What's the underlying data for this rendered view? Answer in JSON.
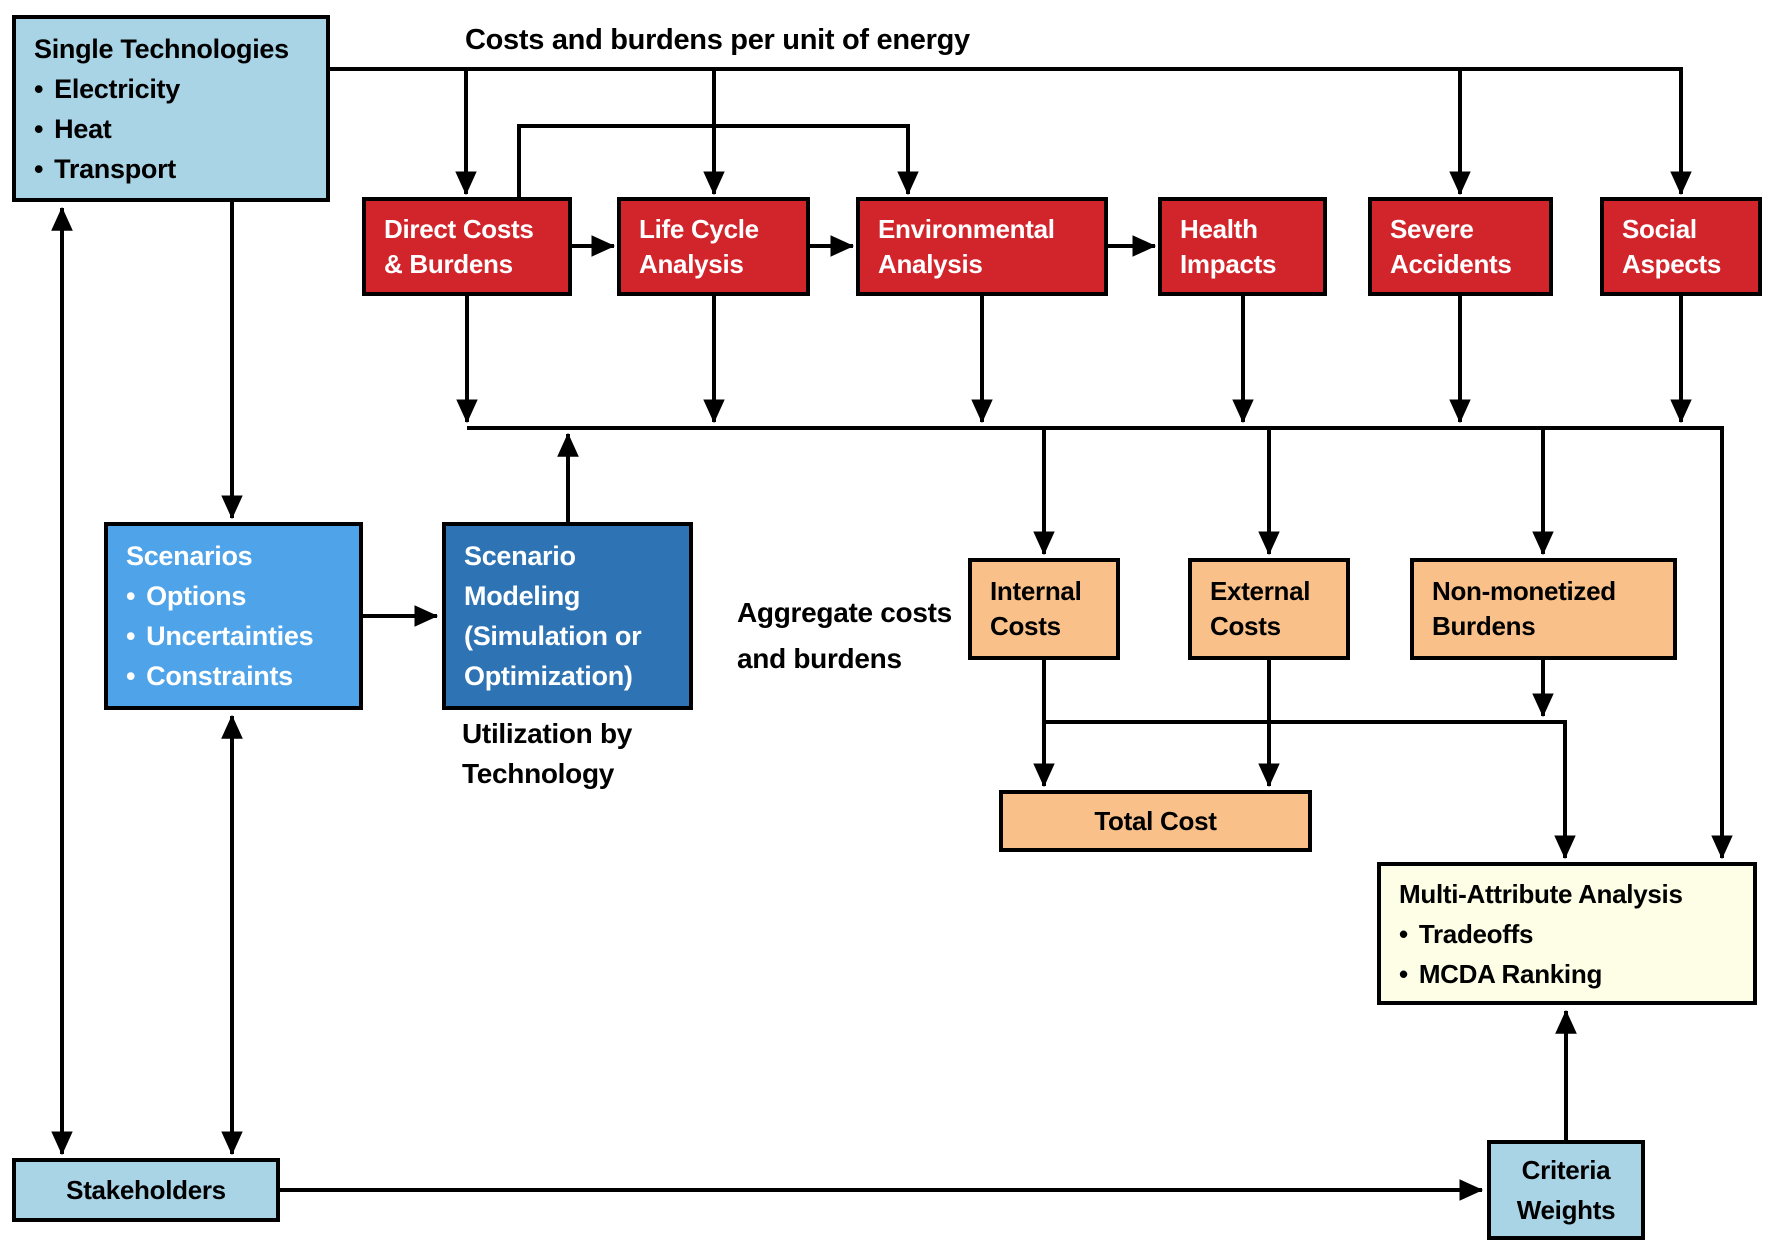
{
  "ui": {
    "bullet": "•"
  },
  "colors": {
    "bg": "#FFFFFF",
    "line": "#000000",
    "text-dark": "#000000",
    "text-light": "#FFFFFF",
    "light-blue": "#A9D4E6",
    "bright-blue": "#4FA3E8",
    "dark-blue": "#2E74B5",
    "red": "#D2242B",
    "orange": "#F9C189",
    "cream": "#FEFEE6"
  },
  "labels": {
    "costs_per_unit": "Costs and burdens per unit of energy",
    "aggregate_line1": "Aggregate costs",
    "aggregate_line2": "and burdens",
    "utilization_line1": "Utilization by",
    "utilization_line2": "Technology"
  },
  "boxes": {
    "single_tech": {
      "title": "Single Technologies",
      "items": [
        "Electricity",
        "Heat",
        "Transport"
      ]
    },
    "scenarios": {
      "title": "Scenarios",
      "items": [
        "Options",
        "Uncertainties",
        "Constraints"
      ]
    },
    "scenario_modeling": {
      "lines": [
        "Scenario",
        "Modeling",
        "(Simulation or",
        "Optimization)"
      ]
    },
    "direct_costs": {
      "lines": [
        "Direct Costs",
        "& Burdens"
      ]
    },
    "life_cycle": {
      "lines": [
        "Life Cycle",
        "Analysis"
      ]
    },
    "environmental": {
      "lines": [
        "Environmental",
        "Analysis"
      ]
    },
    "health": {
      "lines": [
        "Health",
        "Impacts"
      ]
    },
    "severe": {
      "lines": [
        "Severe",
        "Accidents"
      ]
    },
    "social": {
      "lines": [
        "Social",
        "Aspects"
      ]
    },
    "internal": {
      "lines": [
        "Internal",
        "Costs"
      ]
    },
    "external": {
      "lines": [
        "External",
        "Costs"
      ]
    },
    "non_monetized": {
      "lines": [
        "Non-monetized",
        "Burdens"
      ]
    },
    "total_cost": {
      "label": "Total Cost"
    },
    "multi_attribute": {
      "title": "Multi-Attribute Analysis",
      "items": [
        "Tradeoffs",
        "MCDA Ranking"
      ]
    },
    "stakeholders": {
      "label": "Stakeholders"
    },
    "criteria_weights": {
      "lines": [
        "Criteria",
        "Weights"
      ]
    }
  }
}
